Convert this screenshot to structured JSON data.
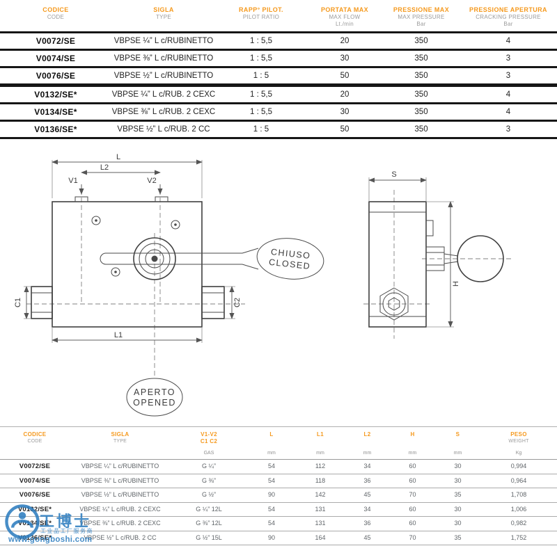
{
  "colors": {
    "accent_orange": "#F5991D",
    "subtitle_gray": "#9B9B9B",
    "rule_black": "#161616",
    "watermark_blue": "#2E7EC0"
  },
  "top_table": {
    "headers": [
      {
        "title": "CODICE",
        "subtitle": "CODE",
        "unit": ""
      },
      {
        "title": "SIGLA",
        "subtitle": "TYPE",
        "unit": ""
      },
      {
        "title": "RAPP° PILOT.",
        "subtitle": "PILOT RATIO",
        "unit": ""
      },
      {
        "title": "PORTATA MAX",
        "subtitle": "MAX FLOW",
        "unit": "Lt./min"
      },
      {
        "title": "PRESSIONE MAX",
        "subtitle": "MAX PRESSURE",
        "unit": "Bar"
      },
      {
        "title": "PRESSIONE APERTURA",
        "subtitle": "CRACKING PRESSURE",
        "unit": "Bar"
      }
    ],
    "rows": [
      [
        "V0072/SE",
        "VBPSE ¼” L c/RUBINETTO",
        "1 : 5,5",
        "20",
        "350",
        "4"
      ],
      [
        "V0074/SE",
        "VBPSE ⅜” L c/RUBINETTO",
        "1 : 5,5",
        "30",
        "350",
        "3"
      ],
      [
        "V0076/SE",
        "VBPSE ½” L c/RUBINETTO",
        "1 : 5",
        "50",
        "350",
        "3"
      ],
      [
        "V0132/SE*",
        "VBPSE ¼” L c/RUB. 2 CEXC",
        "1 : 5,5",
        "20",
        "350",
        "4"
      ],
      [
        "V0134/SE*",
        "VBPSE ⅜” L c/RUB. 2 CEXC",
        "1 : 5,5",
        "30",
        "350",
        "4"
      ],
      [
        "V0136/SE*",
        "VBPSE ½” L c/RUB. 2 CC",
        "1 : 5",
        "50",
        "350",
        "3"
      ]
    ]
  },
  "diagram": {
    "dim_L": "L",
    "dim_L2": "L2",
    "dim_V1": "V1",
    "dim_V2": "V2",
    "dim_C1": "C1",
    "dim_C2": "C2",
    "dim_L1": "L1",
    "dim_S": "S",
    "dim_H": "H",
    "closed_line1": "CHIUSO",
    "closed_line2": "CLOSED",
    "open_line1": "APERTO",
    "open_line2": "OPENED"
  },
  "bottom_table": {
    "headers": [
      {
        "title": "CODICE",
        "title2": "",
        "subtitle": "CODE",
        "unit": ""
      },
      {
        "title": "SIGLA",
        "title2": "",
        "subtitle": "TYPE",
        "unit": ""
      },
      {
        "title": "V1-V2",
        "title2": "C1 C2",
        "subtitle": "",
        "unit": "GAS"
      },
      {
        "title": "L",
        "title2": "",
        "subtitle": "",
        "unit": "mm"
      },
      {
        "title": "L1",
        "title2": "",
        "subtitle": "",
        "unit": "mm"
      },
      {
        "title": "L2",
        "title2": "",
        "subtitle": "",
        "unit": "mm"
      },
      {
        "title": "H",
        "title2": "",
        "subtitle": "",
        "unit": "mm"
      },
      {
        "title": "S",
        "title2": "",
        "subtitle": "",
        "unit": "mm"
      },
      {
        "title": "PESO",
        "title2": "",
        "subtitle": "WEIGHT",
        "unit": "Kg"
      }
    ],
    "rows": [
      [
        "V0072/SE",
        "VBPSE ¼” L c/RUBINETTO",
        "G ¼”",
        "54",
        "112",
        "34",
        "60",
        "30",
        "0,994"
      ],
      [
        "V0074/SE",
        "VBPSE ⅜” L c/RUBINETTO",
        "G ⅜”",
        "54",
        "118",
        "36",
        "60",
        "30",
        "0,964"
      ],
      [
        "V0076/SE",
        "VBPSE ½” L c/RUBINETTO",
        "G ½”",
        "90",
        "142",
        "45",
        "70",
        "35",
        "1,708"
      ],
      [
        "V0132/SE*",
        "VBPSE ¼” L c/RUB. 2 CEXC",
        "G ¼” 12L",
        "54",
        "131",
        "34",
        "60",
        "30",
        "1,006"
      ],
      [
        "V0134/SE*",
        "VBPSE ⅜” L c/RUB. 2 CEXC",
        "G ⅜” 12L",
        "54",
        "131",
        "36",
        "60",
        "30",
        "0,982"
      ],
      [
        "V0136/SE*",
        "VBPSE ½” L c/RUB. 2 CC",
        "G ½” 15L",
        "90",
        "164",
        "45",
        "70",
        "35",
        "1,752"
      ]
    ]
  },
  "watermark": {
    "brand": "工博士",
    "tagline": "工业品工厂服务商",
    "url": "www.gongboshi.com"
  }
}
